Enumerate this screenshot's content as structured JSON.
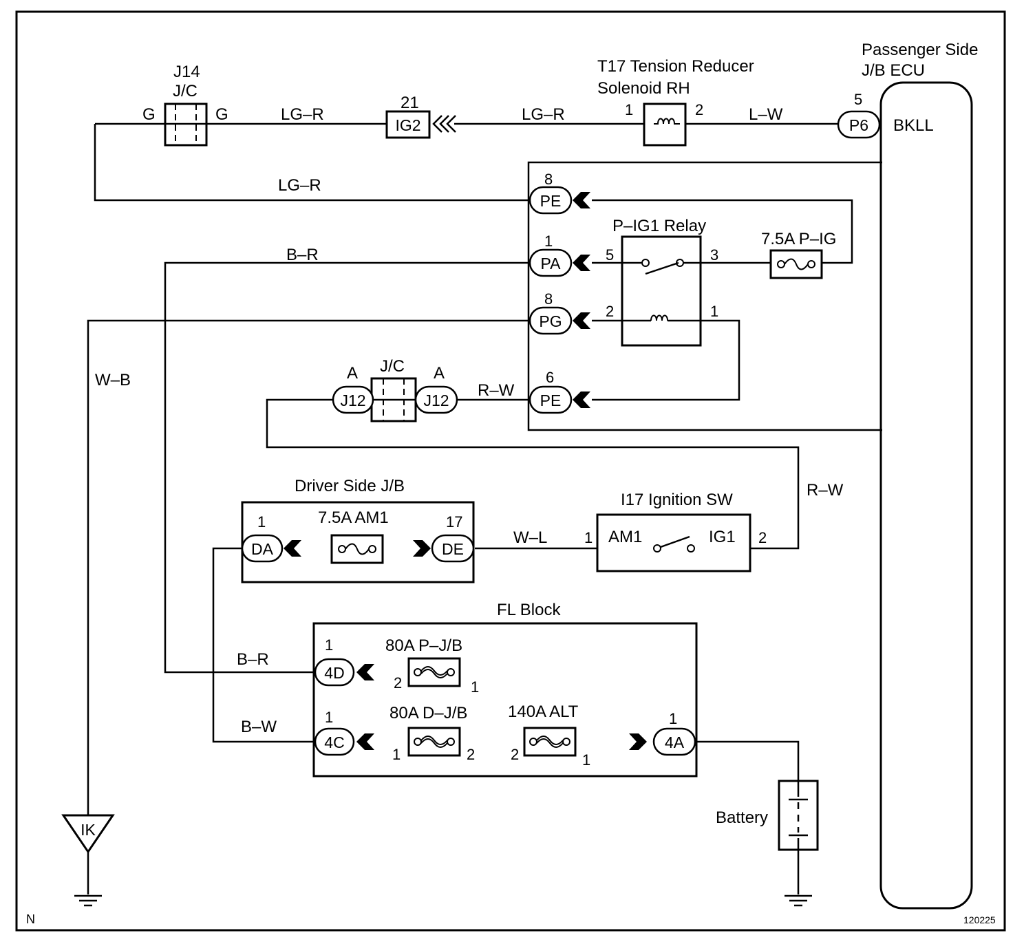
{
  "diagram": {
    "corner_mark": "N",
    "figure_id": "120225",
    "components": {
      "ecu_title_1": "Passenger Side",
      "ecu_title_2": "J/B ECU",
      "ecu_terminal": "BKLL",
      "solenoid_title_1": "T17 Tension Reducer",
      "solenoid_title_2": "Solenoid RH",
      "j14_title": "J14",
      "j14_sub": "J/C",
      "relay_title": "P–IG1 Relay",
      "fuse_pig": "7.5A P–IG",
      "jc_title": "J/C",
      "driver_jb_title": "Driver Side J/B",
      "fuse_am1": "7.5A AM1",
      "ign_title": "I17 Ignition SW",
      "ign_am1": "AM1",
      "ign_ig1": "IG1",
      "fl_block_title": "FL Block",
      "fuse_pjb": "80A P–J/B",
      "fuse_djb": "80A D–J/B",
      "fuse_alt": "140A ALT",
      "battery": "Battery",
      "ground": "IK"
    },
    "connectors": {
      "ig2": "IG2",
      "p6": "P6",
      "pe_top": "PE",
      "pa": "PA",
      "pg": "PG",
      "pe_bot": "PE",
      "j12_left": "J12",
      "j12_right": "J12",
      "da": "DA",
      "de": "DE",
      "c4d": "4D",
      "c4c": "4C",
      "c4a": "4A"
    },
    "wires": {
      "lgr_1": "LG–R",
      "lgr_2": "LG–R",
      "lgr_3": "LG–R",
      "lw": "L–W",
      "br_1": "B–R",
      "br_2": "B–R",
      "wb": "W–B",
      "rw_1": "R–W",
      "rw_2": "R–W",
      "wl": "W–L",
      "bw": "B–W",
      "g_left": "G",
      "g_right": "G",
      "a_left": "A",
      "a_right": "A"
    },
    "pins": {
      "ig2_pin": "21",
      "sol_1": "1",
      "sol_2": "2",
      "p6_pin": "5",
      "pe_top_pin": "8",
      "pa_pin": "1",
      "pg_pin": "8",
      "pe_bot_pin": "6",
      "relay_5": "5",
      "relay_3": "3",
      "relay_2": "2",
      "relay_1": "1",
      "da_pin": "1",
      "de_pin": "17",
      "ign_1": "1",
      "ign_2": "2",
      "c4d_pin": "1",
      "pjb_2": "2",
      "pjb_1": "1",
      "c4c_pin": "1",
      "djb_1": "1",
      "djb_2": "2",
      "alt_2": "2",
      "alt_1": "1",
      "c4a_pin": "1"
    }
  }
}
